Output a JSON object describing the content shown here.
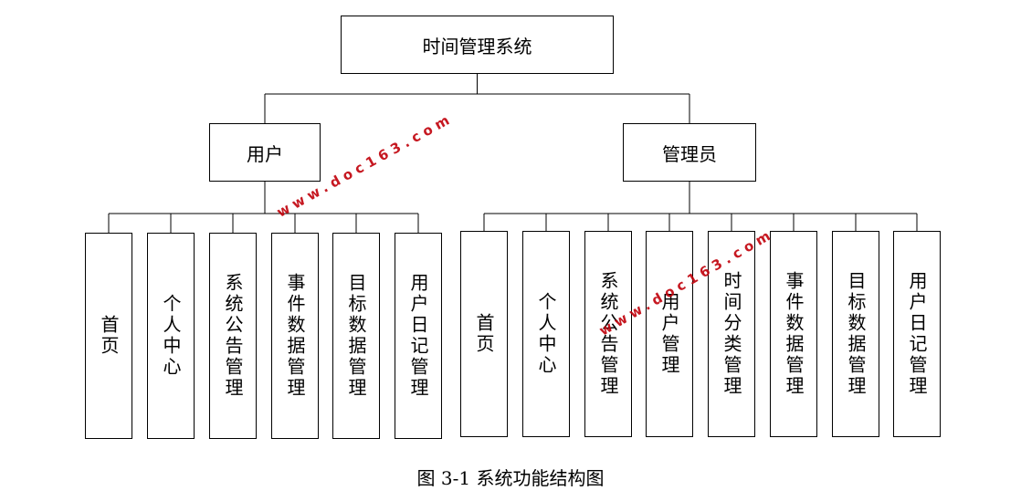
{
  "diagram": {
    "root": "时间管理系统",
    "branches": [
      {
        "label": "用户",
        "children": [
          "首页",
          "个人中心",
          "系统公告管理",
          "事件数据管理",
          "目标数据管理",
          "用户日记管理"
        ]
      },
      {
        "label": "管理员",
        "children": [
          "首页",
          "个人中心",
          "系统公告管理",
          "用户管理",
          "时间分类管理",
          "事件数据管理",
          "目标数据管理",
          "用户日记管理"
        ]
      }
    ],
    "caption": "图 3-1 系统功能结构图"
  },
  "watermark": {
    "text": "www.doc163.com",
    "color": "#c0000a"
  },
  "colors": {
    "line": "#000000",
    "box_border": "#000000",
    "background": "#ffffff"
  }
}
